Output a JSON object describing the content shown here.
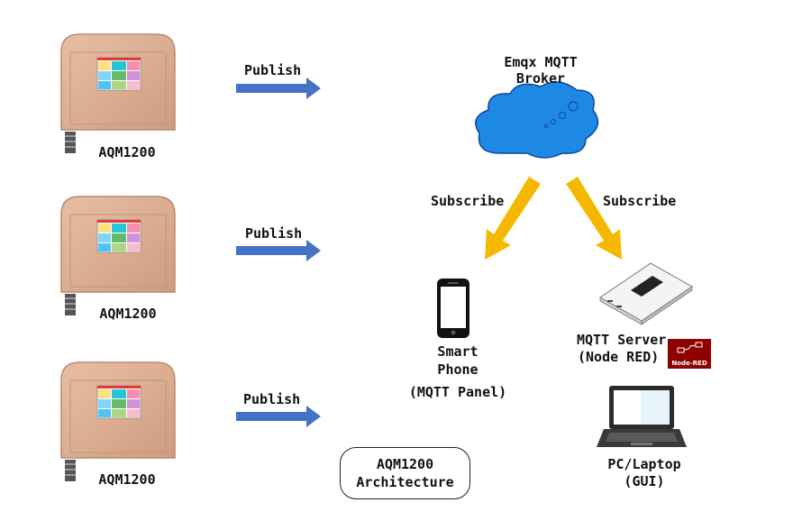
{
  "devices": [
    {
      "label": "AQM1200"
    },
    {
      "label": "AQM1200"
    },
    {
      "label": "AQM1200"
    }
  ],
  "arrows": {
    "publish_label": "Publish",
    "subscribe_label": "Subscribe"
  },
  "broker": {
    "line1": "Emqx MQTT",
    "line2": "Broker"
  },
  "phone": {
    "line1": "Smart",
    "line2": "Phone",
    "line3": "(MQTT Panel)"
  },
  "server": {
    "line1": "MQTT Server",
    "line2": "(Node RED)",
    "badge": "Node-RED"
  },
  "laptop": {
    "line1": "PC/Laptop",
    "line2": "(GUI)"
  },
  "caption": {
    "line1": "AQM1200",
    "line2": "Architecture"
  },
  "colors": {
    "device_body": "#d9a98c",
    "publish_arrow": "#4472c4",
    "subscribe_arrow": "#f5b800",
    "cloud": "#1e88e5",
    "node_red": "#8f0000"
  }
}
